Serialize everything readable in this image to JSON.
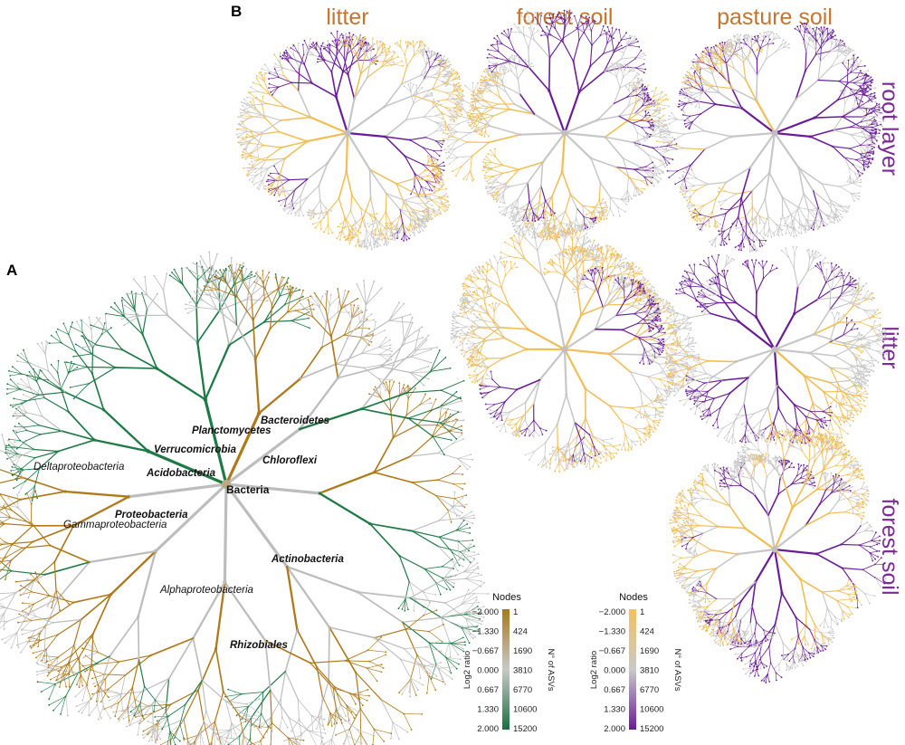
{
  "panels": {
    "a_letter": "A",
    "b_letter": "B"
  },
  "column_headers": [
    "litter",
    "forest soil",
    "pasture soil"
  ],
  "row_headers": [
    "root layer",
    "litter",
    "forest soil"
  ],
  "main_tree": {
    "root_label": "Bacteria",
    "taxa": [
      {
        "label": "Bacteroidetes",
        "style": "bold-italic"
      },
      {
        "label": "Planctomycetes",
        "style": "bold-italic"
      },
      {
        "label": "Verrucomicrobia",
        "style": "bold-italic"
      },
      {
        "label": "Chloroflexi",
        "style": "bold-italic"
      },
      {
        "label": "Acidobacteria",
        "style": "bold-italic"
      },
      {
        "label": "Deltaproteobacteria",
        "style": "italic"
      },
      {
        "label": "Proteobacteria",
        "style": "bold-italic"
      },
      {
        "label": "Gammaproteobacteria",
        "style": "italic"
      },
      {
        "label": "Actinobacteria",
        "style": "bold-italic"
      },
      {
        "label": "Alphaproteobacteria",
        "style": "italic"
      },
      {
        "label": "Rhizobiales",
        "style": "bold-italic"
      }
    ],
    "colors": {
      "positive": "#b07818",
      "negative": "#1d7a45",
      "neutral": "#bdbdbd",
      "root": "#b8aa85"
    }
  },
  "small_trees": {
    "cells": [
      {
        "row": 0,
        "col": 0,
        "seed": 11
      },
      {
        "row": 0,
        "col": 1,
        "seed": 23
      },
      {
        "row": 0,
        "col": 2,
        "seed": 37
      },
      {
        "row": 1,
        "col": 1,
        "seed": 41
      },
      {
        "row": 1,
        "col": 2,
        "seed": 53
      },
      {
        "row": 2,
        "col": 2,
        "seed": 67
      }
    ],
    "colors": {
      "positive": "#6a1b9a",
      "negative": "#f2bd55",
      "neutral": "#c7c7c7",
      "root": "#bfbfbf"
    }
  },
  "legends": [
    {
      "title": "Nodes",
      "left_axis_label": "Log2 ratio",
      "right_axis_label": "N° of ASVs",
      "left_ticks": [
        "−2.000",
        "−1.330",
        "−0.667",
        "0.000",
        "0.667",
        "1.330",
        "2.000"
      ],
      "right_ticks": [
        "1",
        "424",
        "1690",
        "3810",
        "6770",
        "10600",
        "15200"
      ],
      "gradient": [
        "#a9781c",
        "#c9c9c9",
        "#1a6f3f"
      ]
    },
    {
      "title": "Nodes",
      "left_axis_label": "Log2 ratio",
      "right_axis_label": "N° of ASVs",
      "left_ticks": [
        "−2.000",
        "−1.330",
        "−0.667",
        "0.000",
        "0.667",
        "1.330",
        "2.000"
      ],
      "right_ticks": [
        "1",
        "424",
        "1690",
        "3810",
        "6770",
        "10600",
        "15200"
      ],
      "gradient": [
        "#f4c15a",
        "#c9c9c9",
        "#6a1b9a"
      ]
    }
  ]
}
